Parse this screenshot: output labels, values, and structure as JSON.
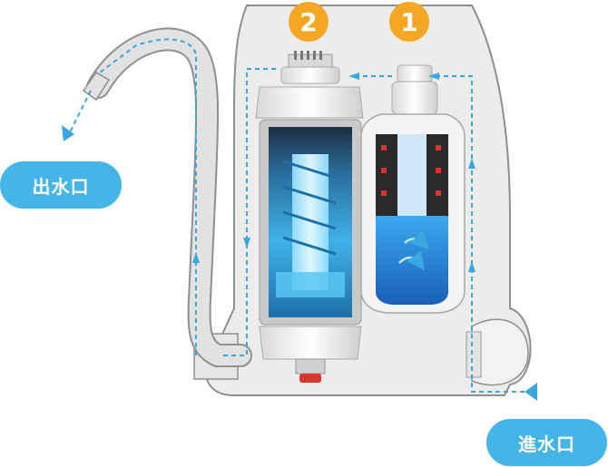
{
  "labels": {
    "outlet": "出水口",
    "inlet": "進水口"
  },
  "stages": [
    {
      "number": "2",
      "role": "uv-sterilizer"
    },
    {
      "number": "1",
      "role": "filter-cartridge"
    }
  ],
  "colors": {
    "accent_blue": "#45b4e6",
    "badge_orange": "#f5a623",
    "flow_arrow": "#3aa7e0",
    "housing": "#ebebeb",
    "outline": "#8f8f8f"
  }
}
